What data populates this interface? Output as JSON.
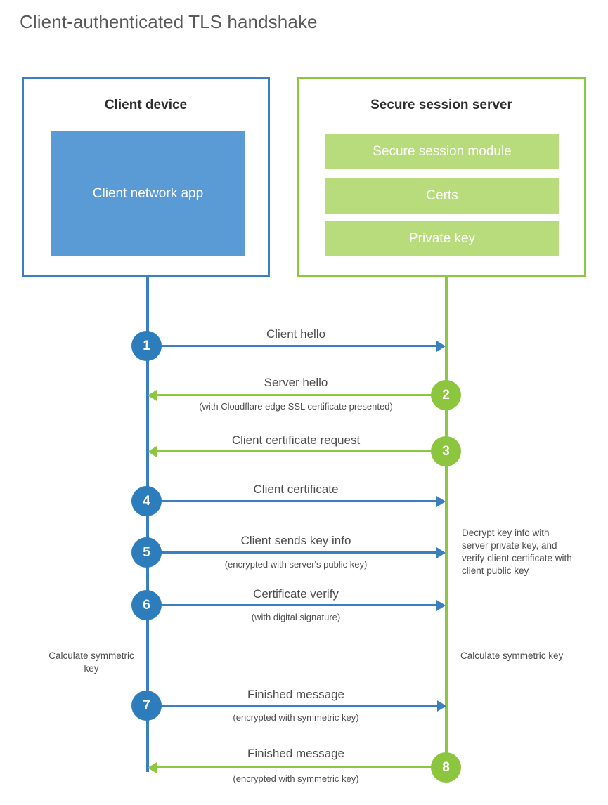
{
  "title": "Client-authenticated TLS handshake",
  "colors": {
    "client_border": "#3a7fc1",
    "client_fill": "#5b9bd5",
    "client_circle": "#2d7dbc",
    "server_border": "#8dc63f",
    "server_fill": "#b8dc7b",
    "server_circle": "#8cc63e",
    "text": "#4d4d4d",
    "title_text": "#58595b",
    "background": "#ffffff"
  },
  "client": {
    "title": "Client device",
    "app_label": "Client network app"
  },
  "server": {
    "title": "Secure session server",
    "blocks": [
      "Secure session module",
      "Certs",
      "Private key"
    ]
  },
  "steps": [
    {
      "number": "1",
      "label": "Client hello",
      "sublabel": "",
      "direction": "client-to-server",
      "color": "blue"
    },
    {
      "number": "2",
      "label": "Server hello",
      "sublabel": "(with Cloudflare edge SSL certificate presented)",
      "direction": "server-to-client",
      "color": "green"
    },
    {
      "number": "3",
      "label": "Client certificate request",
      "sublabel": "",
      "direction": "server-to-client",
      "color": "green"
    },
    {
      "number": "4",
      "label": "Client certificate",
      "sublabel": "",
      "direction": "client-to-server",
      "color": "blue"
    },
    {
      "number": "5",
      "label": "Client sends key info",
      "sublabel": "(encrypted with server's public key)",
      "direction": "client-to-server",
      "color": "blue"
    },
    {
      "number": "6",
      "label": "Certificate verify",
      "sublabel": "(with digital signature)",
      "direction": "client-to-server",
      "color": "blue"
    },
    {
      "number": "7",
      "label": "Finished message",
      "sublabel": "(encrypted with symmetric key)",
      "direction": "client-to-server",
      "color": "blue"
    },
    {
      "number": "8",
      "label": "Finished message",
      "sublabel": "(encrypted with symmetric key)",
      "direction": "server-to-client",
      "color": "green"
    }
  ],
  "annotations": {
    "server_decrypt_note": "Decrypt key info with server private key, and verify client certificate with client public key",
    "client_calc_note": "Calculate symmetric key",
    "server_calc_note": "Calculate symmetric key"
  }
}
